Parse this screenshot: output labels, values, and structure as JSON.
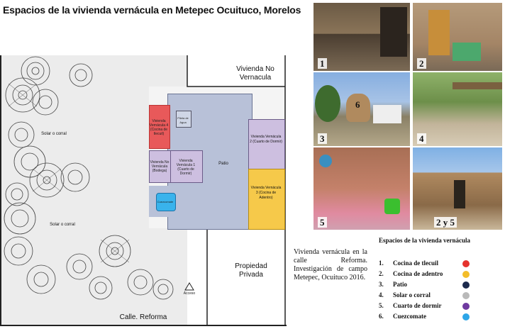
{
  "title": "Espacios de la vivienda vernácula en Metepec Ocuituco, Morelos",
  "plan": {
    "vivienda_no_vernacula": "Vivienda No Vernacula",
    "propiedad_privada": "Propiedad Privada",
    "calle": "Calle. Reforma",
    "solar_top": "Solar o corral",
    "solar_bottom": "Solar o corral",
    "patio": "Patio",
    "acceso": "Acceso",
    "pileta": "Pileta de Agua",
    "vivienda4": "Vivienda Vernácula 4 (Cocina de tlecuil)",
    "vivienda_bodega": "Vivienda No Vernácula (Bodega)",
    "vivienda1": "Vivienda Vernácula 1 (Cuarto de Dormir)",
    "vivienda2": "Vivienda Vernácula 2 (Cuarto de Dormir)",
    "vivienda3": "Vivienda Vernácula 3 (Cocina de Adentro)",
    "cuezcomate": "Cuezcomate"
  },
  "photos": [
    {
      "label": "1"
    },
    {
      "label": "2"
    },
    {
      "label": "6"
    },
    {
      "label": "3"
    },
    {
      "label": "4"
    },
    {
      "label": "5"
    },
    {
      "label": "2 y 5"
    }
  ],
  "caption": "Vivienda vernácula en la calle Reforma. Investigación de campo Metepec, Ocuituco 2016.",
  "legend": {
    "title": "Espacios de la vivienda vernácula",
    "items": [
      {
        "num": "1.",
        "label": "Cocina de tlecuil",
        "color": "#e5322d"
      },
      {
        "num": "2.",
        "label": "Cocina de adentro",
        "color": "#f3bd2a"
      },
      {
        "num": "3.",
        "label": "Patio",
        "color": "#1d2a4d"
      },
      {
        "num": "4.",
        "label": "Solar o corral",
        "color": "#b9b9b9"
      },
      {
        "num": "5.",
        "label": "Cuarto de dormir",
        "color": "#6f3aa0"
      },
      {
        "num": "6.",
        "label": "Cuezcomate",
        "color": "#2ea6e8"
      }
    ]
  }
}
